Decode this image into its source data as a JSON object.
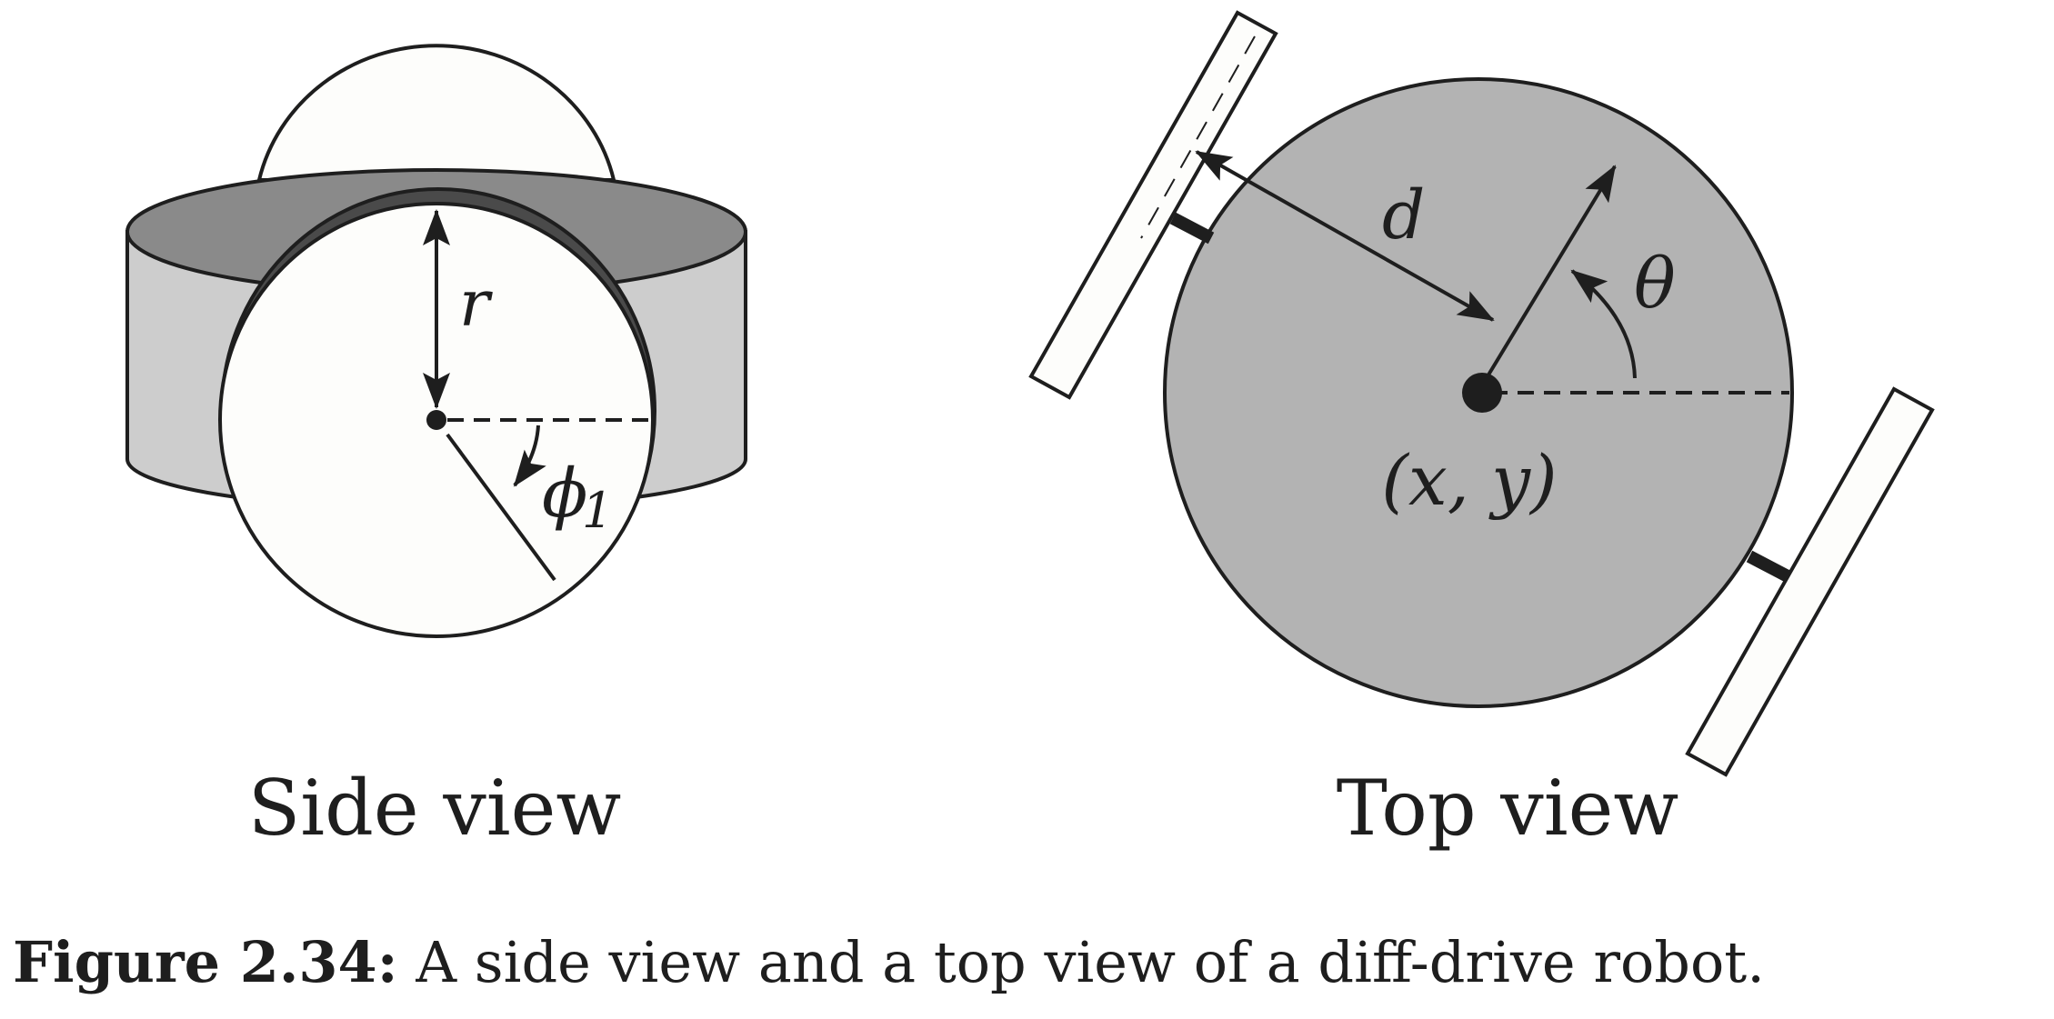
{
  "side_view": {
    "label": "Side view",
    "symbols": {
      "radius": "r",
      "angle": "ϕ",
      "angle_subscript": "1"
    }
  },
  "top_view": {
    "label": "Top view",
    "symbols": {
      "distance": "d",
      "heading": "θ",
      "position": "(x, y)"
    }
  },
  "caption": {
    "label": "Figure 2.34:",
    "text": "A side view and a top view of a diff-drive robot."
  },
  "colors": {
    "stroke": "#1e1e1e",
    "body_top": "#8a8a8a",
    "body_side": "#cdcdcd",
    "wheel_fill": "#fdfdfb",
    "wheel_rim": "#4a4a4a",
    "top_body": "#b3b3b3"
  }
}
